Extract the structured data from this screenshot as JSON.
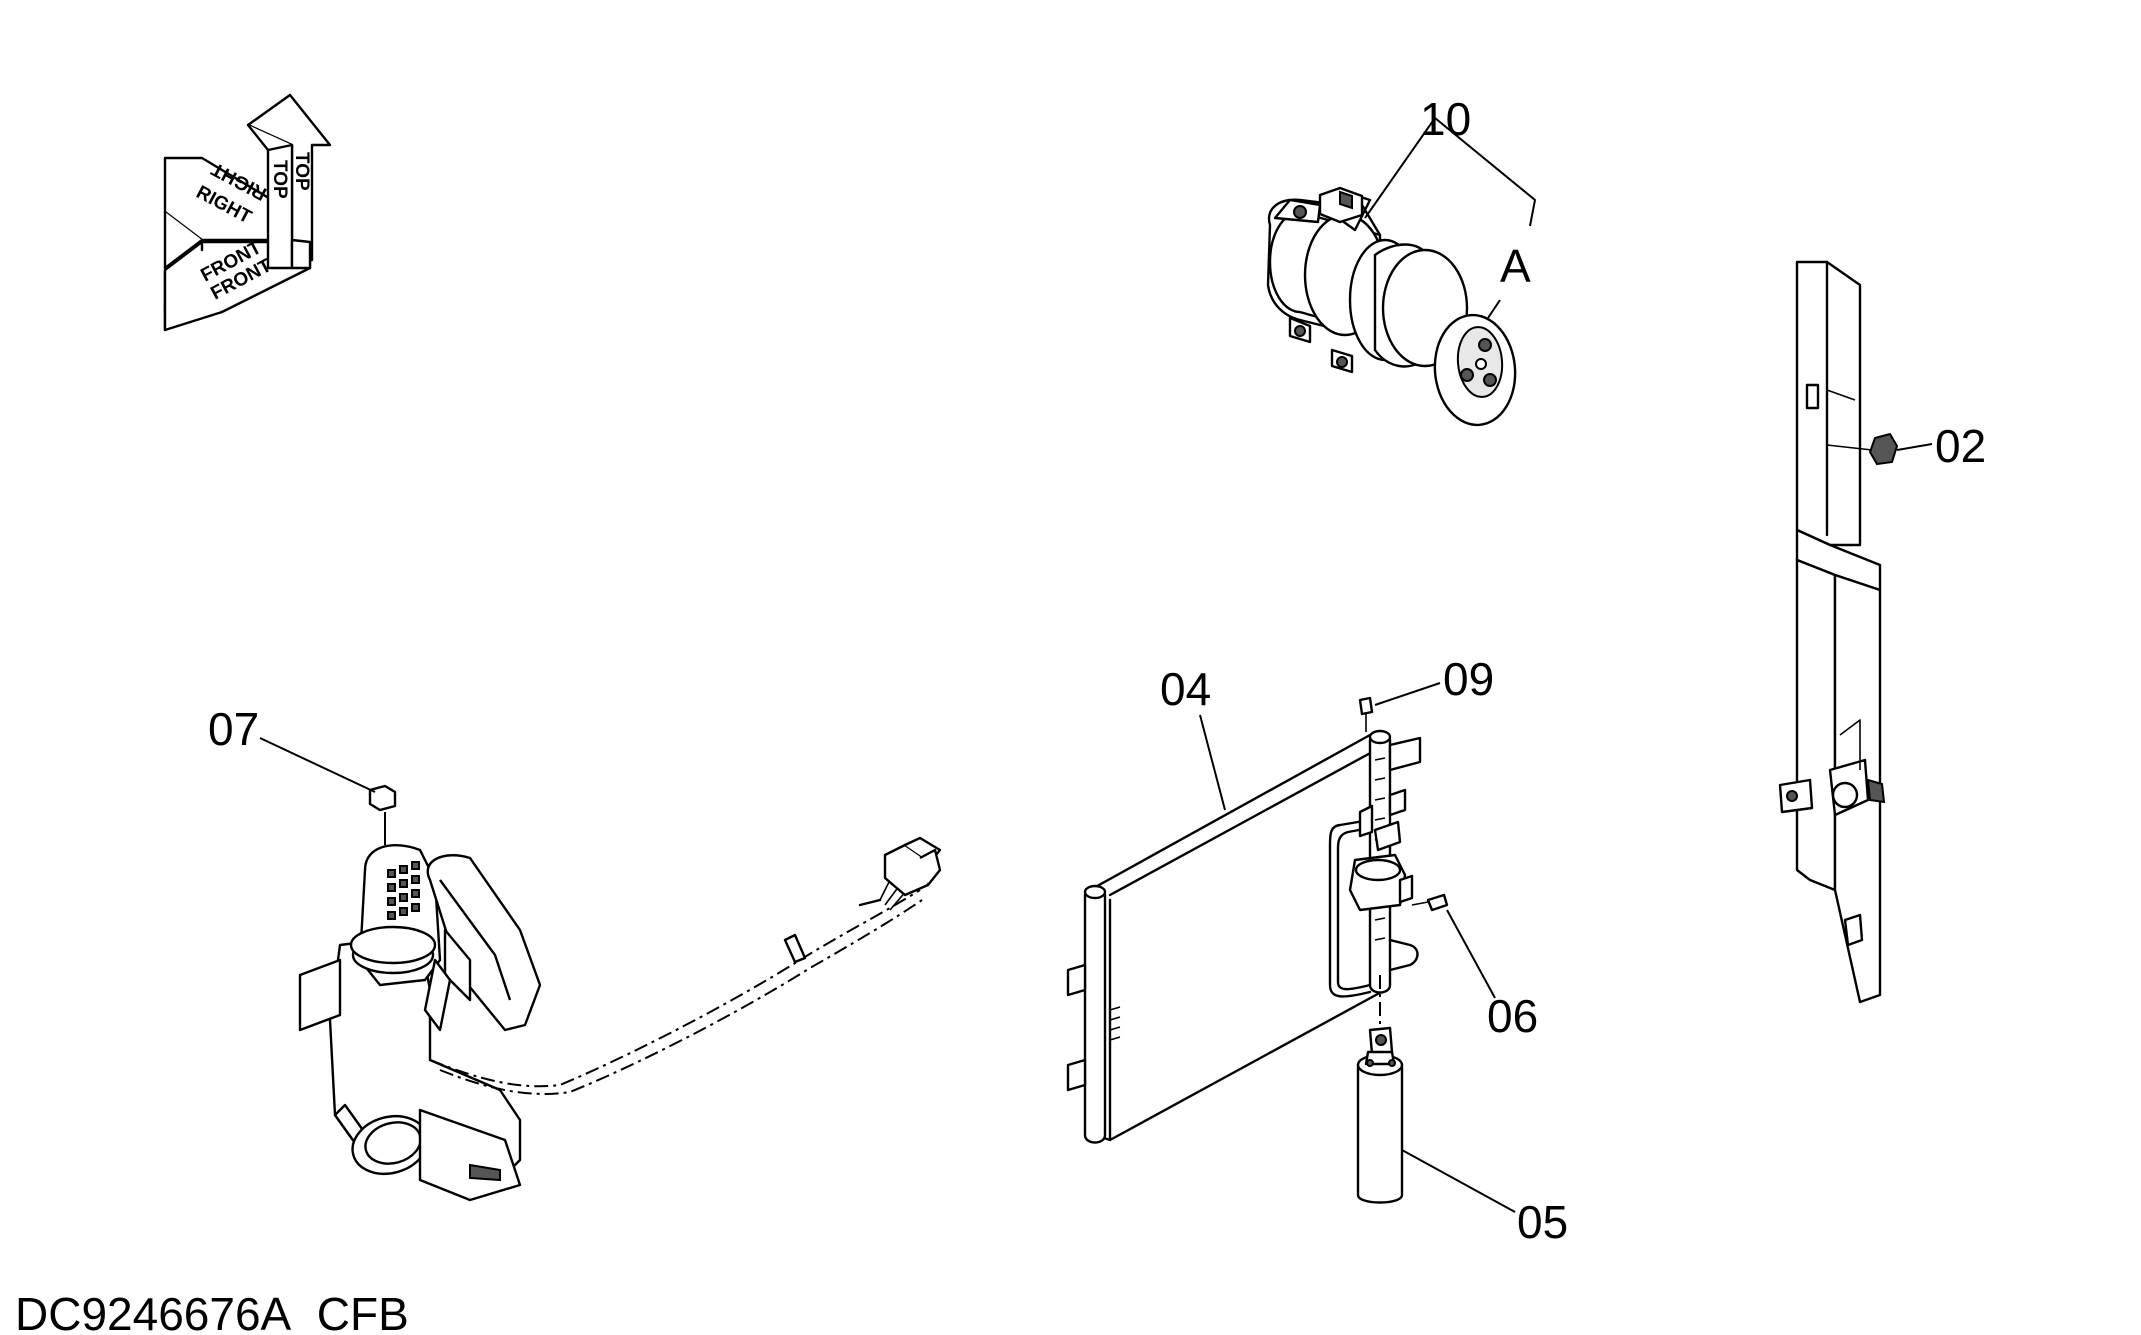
{
  "diagram": {
    "drawing_code": "DC9246676A_CFB",
    "orientation_labels": {
      "top_1": "TOP",
      "top_2": "TOP",
      "right_1": "RIGHT",
      "right_2": "RIGHT",
      "front_1": "FRONT",
      "front_2": "FRONT"
    },
    "callouts": {
      "c10": "10",
      "cA": "A",
      "c02": "02",
      "c07": "07",
      "c04": "04",
      "c09": "09",
      "c06": "06",
      "c05": "05"
    }
  }
}
